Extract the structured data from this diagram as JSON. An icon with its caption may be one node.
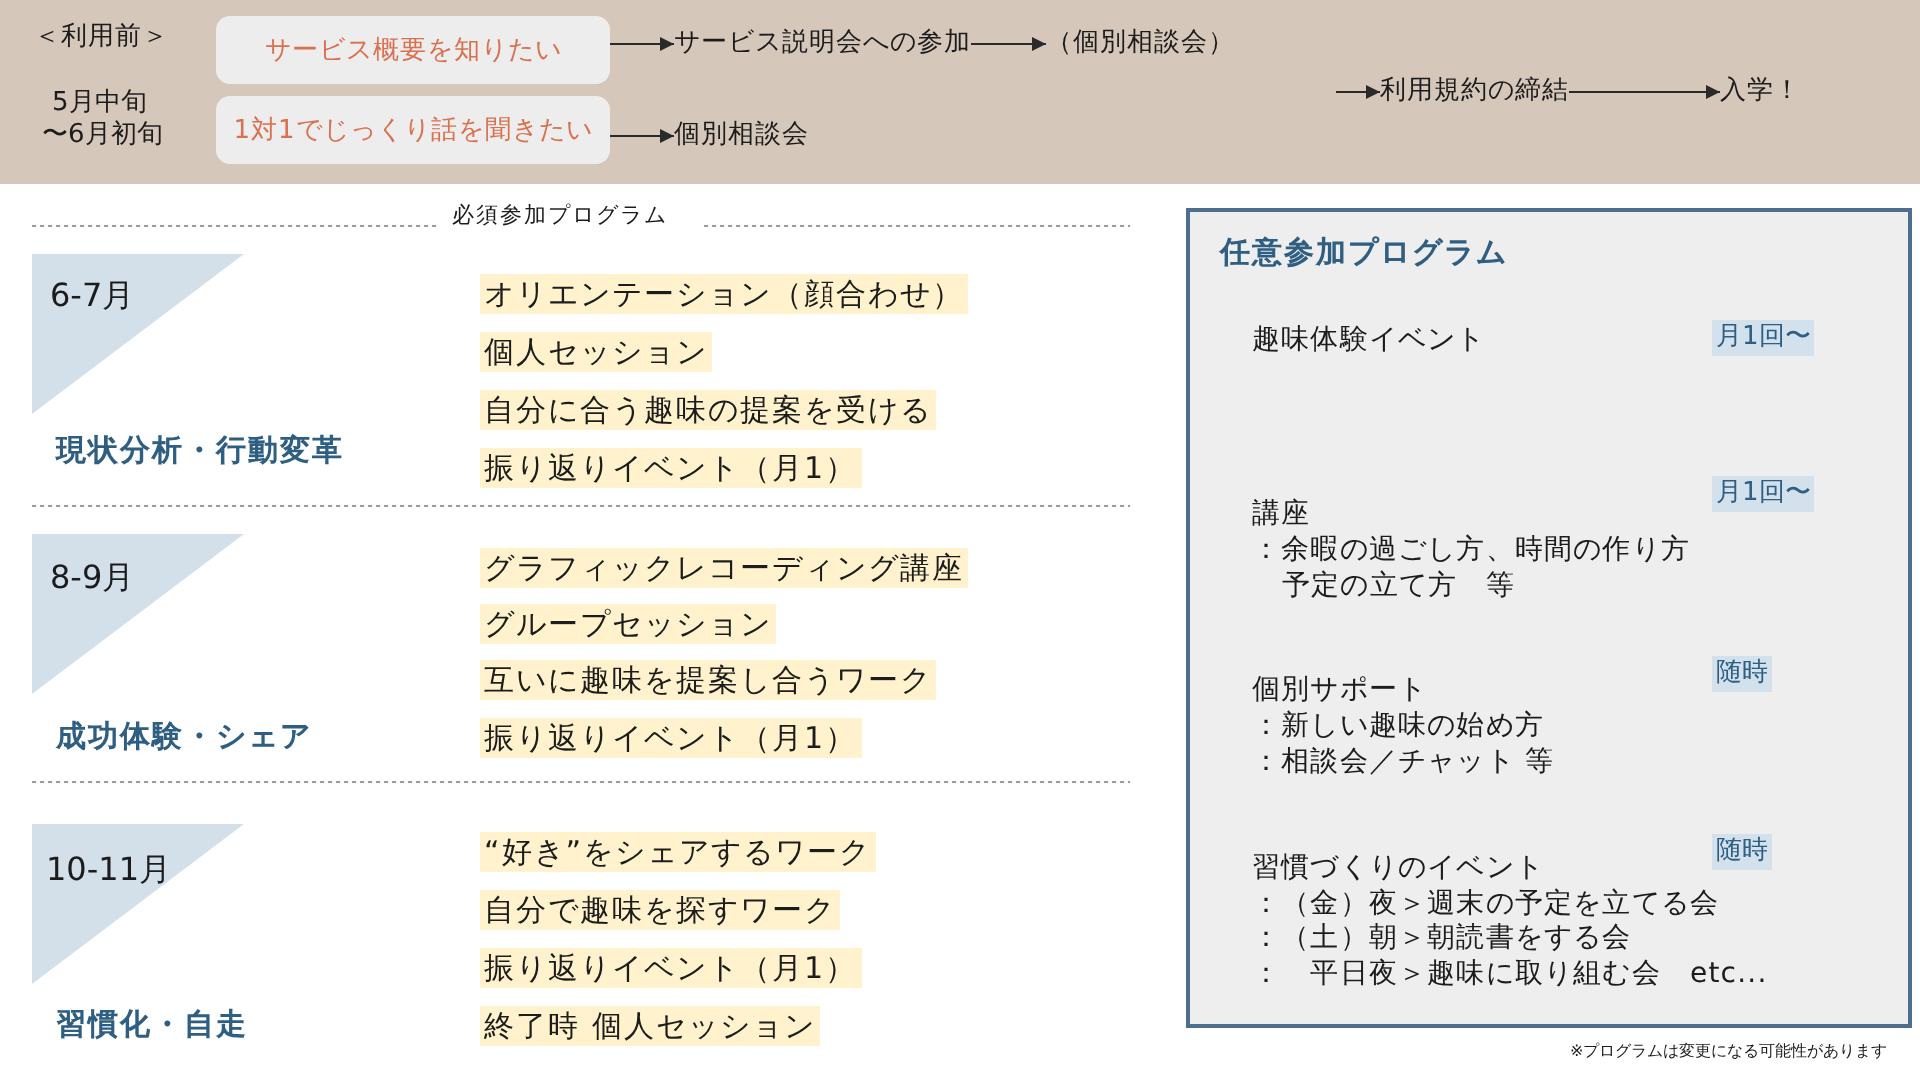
{
  "diagram": {
    "nodes": [
      {
        "text": [
          "＜利用前＞",
          "5月中旬〜6月初旬"
        ]
      },
      {
        "text": [
          "サービス概要を知りたい"
        ],
        "in": 0
      },
      {
        "text": [
          "サービス説明会への参加"
        ],
        "in": 0
      },
      {
        "text": [
          "（個別相談会）"
        ],
        "in": 0
      },
      {
        "text": [
          "1対1でじっくり話を聞きたい"
        ],
        "in": 0
      },
      {
        "text": [
          "個別相談会"
        ],
        "in": 0
      },
      {
        "text": [
          "利用規約の締結"
        ],
        "in": 0
      },
      {
        "text": [
          "入学！"
        ],
        "in": 0
      },
      {
        "text": [
          "6-7月"
        ],
        "beside": [
          "現状分析・行動変革"
        ]
      },
      {
        "text": [
          "オリエンテーション（顔合わせ）"
        ]
      },
      {
        "text": [
          "個人セッション"
        ]
      },
      {
        "text": [
          "自分に合う趣味の提案を受ける"
        ]
      },
      {
        "text": [
          "振り返りイベント（月1）"
        ]
      },
      {
        "text": [
          "8-9月"
        ],
        "beside": [
          "成功体験・シェア"
        ]
      },
      {
        "text": [
          "グラフィックレコーディング講座"
        ]
      },
      {
        "text": [
          "グループセッション"
        ]
      },
      {
        "text": [
          "互いに趣味を提案し合うワーク"
        ]
      },
      {
        "text": [
          "振り返りイベント（月1）"
        ]
      },
      {
        "text": [
          "10-11月"
        ],
        "beside": [
          "習慣化・自走"
        ]
      },
      {
        "text": [
          "“好き”をシェアするワーク"
        ]
      },
      {
        "text": [
          "自分で趣味を探すワーク"
        ]
      },
      {
        "text": [
          "振り返りイベント（月1）"
        ]
      },
      {
        "text": [
          "終了時 個人セッション"
        ]
      },
      {
        "text": [
          "任意参加プログラム",
          "趣味体験イベント",
          "講座",
          "：余暇の過ごし方、時間の作り方",
          "予定の立て方　等",
          "個別サポート",
          "：新しい趣味の始め方",
          "：相談会／チャット 等",
          "習慣づくりのイベント",
          "：（金）夜＞週末の予定を立てる会",
          "：（土）朝＞朝読書をする会",
          "：　平日夜＞趣味に取り組む会　etc..."
        ]
      },
      {
        "text": [
          "月1回〜"
        ],
        "in": 23
      },
      {
        "text": [
          "月1回〜"
        ],
        "in": 23
      },
      {
        "text": [
          "随時"
        ],
        "in": 23
      },
      {
        "text": [
          "随時"
        ],
        "in": 23
      }
    ],
    "edges": [
      {
        "from": 1,
        "to": 2,
        "arrow": "to"
      },
      {
        "from": 2,
        "to": 3,
        "arrow": "to"
      },
      {
        "from": 4,
        "to": 5,
        "arrow": "to"
      },
      {
        "from": null,
        "to": 6,
        "arrow": "to"
      },
      {
        "from": 6,
        "to": 7,
        "arrow": "to"
      }
    ],
    "labels": [
      "必須参加プログラム",
      "※プログラムは変更になる可能性があります"
    ]
  }
}
